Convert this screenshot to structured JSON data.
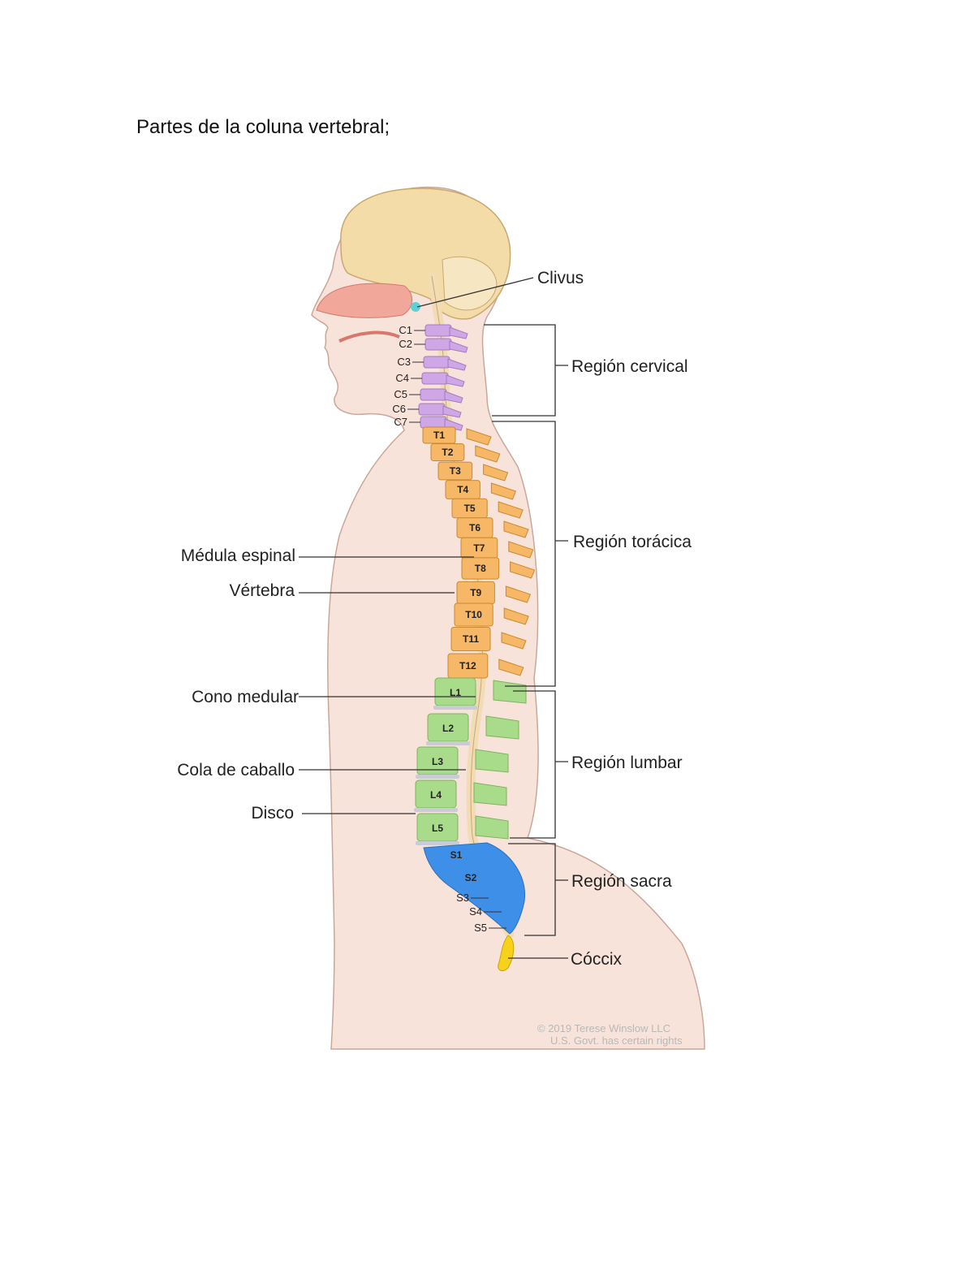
{
  "page": {
    "title": "Partes de la coluna vertebral;"
  },
  "diagram": {
    "labels": {
      "clivus": "Clivus",
      "cervical": "Región cervical",
      "toracica": "Región torácica",
      "lumbar": "Región lumbar",
      "sacra": "Región sacra",
      "coccix": "Cóccix",
      "medula": "Médula espinal",
      "vertebra": "Vértebra",
      "cono": "Cono medular",
      "cola": "Cola de caballo",
      "disco": "Disco"
    },
    "cervical_vertebrae": [
      "C1",
      "C2",
      "C3",
      "C4",
      "C5",
      "C6",
      "C7"
    ],
    "thoracic_vertebrae": [
      "T1",
      "T2",
      "T3",
      "T4",
      "T5",
      "T6",
      "T7",
      "T8",
      "T9",
      "T10",
      "T11",
      "T12"
    ],
    "lumbar_vertebrae": [
      "L1",
      "L2",
      "L3",
      "L4",
      "L5"
    ],
    "sacral_vertebrae": [
      "S1",
      "S2",
      "S3",
      "S4",
      "S5"
    ],
    "copyright": [
      "© 2019 Terese Winslow LLC",
      "U.S. Govt. has certain rights"
    ],
    "colors": {
      "skin": "#f8e3da",
      "body_outline": "#c9a79a",
      "brain": "#f3dca8",
      "cervical": "#cfa6e6",
      "thoracic": "#f6b766",
      "lumbar": "#a9dc8a",
      "sacral": "#3e8fe8",
      "coccyx": "#f7d21c",
      "cord": "#f1dcb5",
      "nasal": "#f2a79b"
    }
  }
}
